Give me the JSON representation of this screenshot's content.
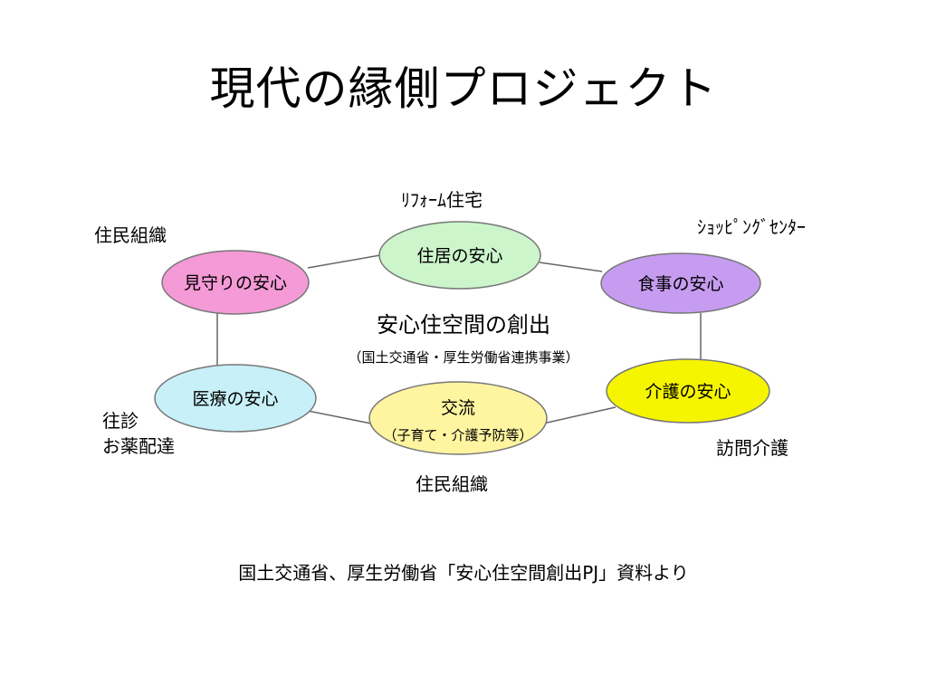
{
  "title": "現代の縁側プロジェクト",
  "center": {
    "main": "安心住空間の創出",
    "sub": "（国土交通省・厚生労働省連携事業）"
  },
  "nodes": [
    {
      "id": "housing",
      "label": "住居の安心",
      "sublabel": "",
      "color": "#ccf5cc"
    },
    {
      "id": "meals",
      "label": "食事の安心",
      "sublabel": "",
      "color": "#c69cf0"
    },
    {
      "id": "care",
      "label": "介護の安心",
      "sublabel": "",
      "color": "#f5f500"
    },
    {
      "id": "exchange",
      "label": "交流",
      "sublabel": "（子育て・介護予防等）",
      "color": "#fff5a0"
    },
    {
      "id": "medical",
      "label": "医療の安心",
      "sublabel": "",
      "color": "#c8f0f8"
    },
    {
      "id": "watch",
      "label": "見守りの安心",
      "sublabel": "",
      "color": "#f49ad6"
    }
  ],
  "labels": {
    "reform": "ﾘﾌｫｰﾑ住宅",
    "shopping": "ｼｮｯﾋﾟﾝｸﾞｾﾝﾀｰ",
    "residents_top": "住民組織",
    "home_visit": "往診",
    "medicine": "お薬配達",
    "visiting_care": "訪問介護",
    "residents_bottom": "住民組織"
  },
  "source": "国土交通省、厚生労働省「安心住空間創出PJ」資料より"
}
